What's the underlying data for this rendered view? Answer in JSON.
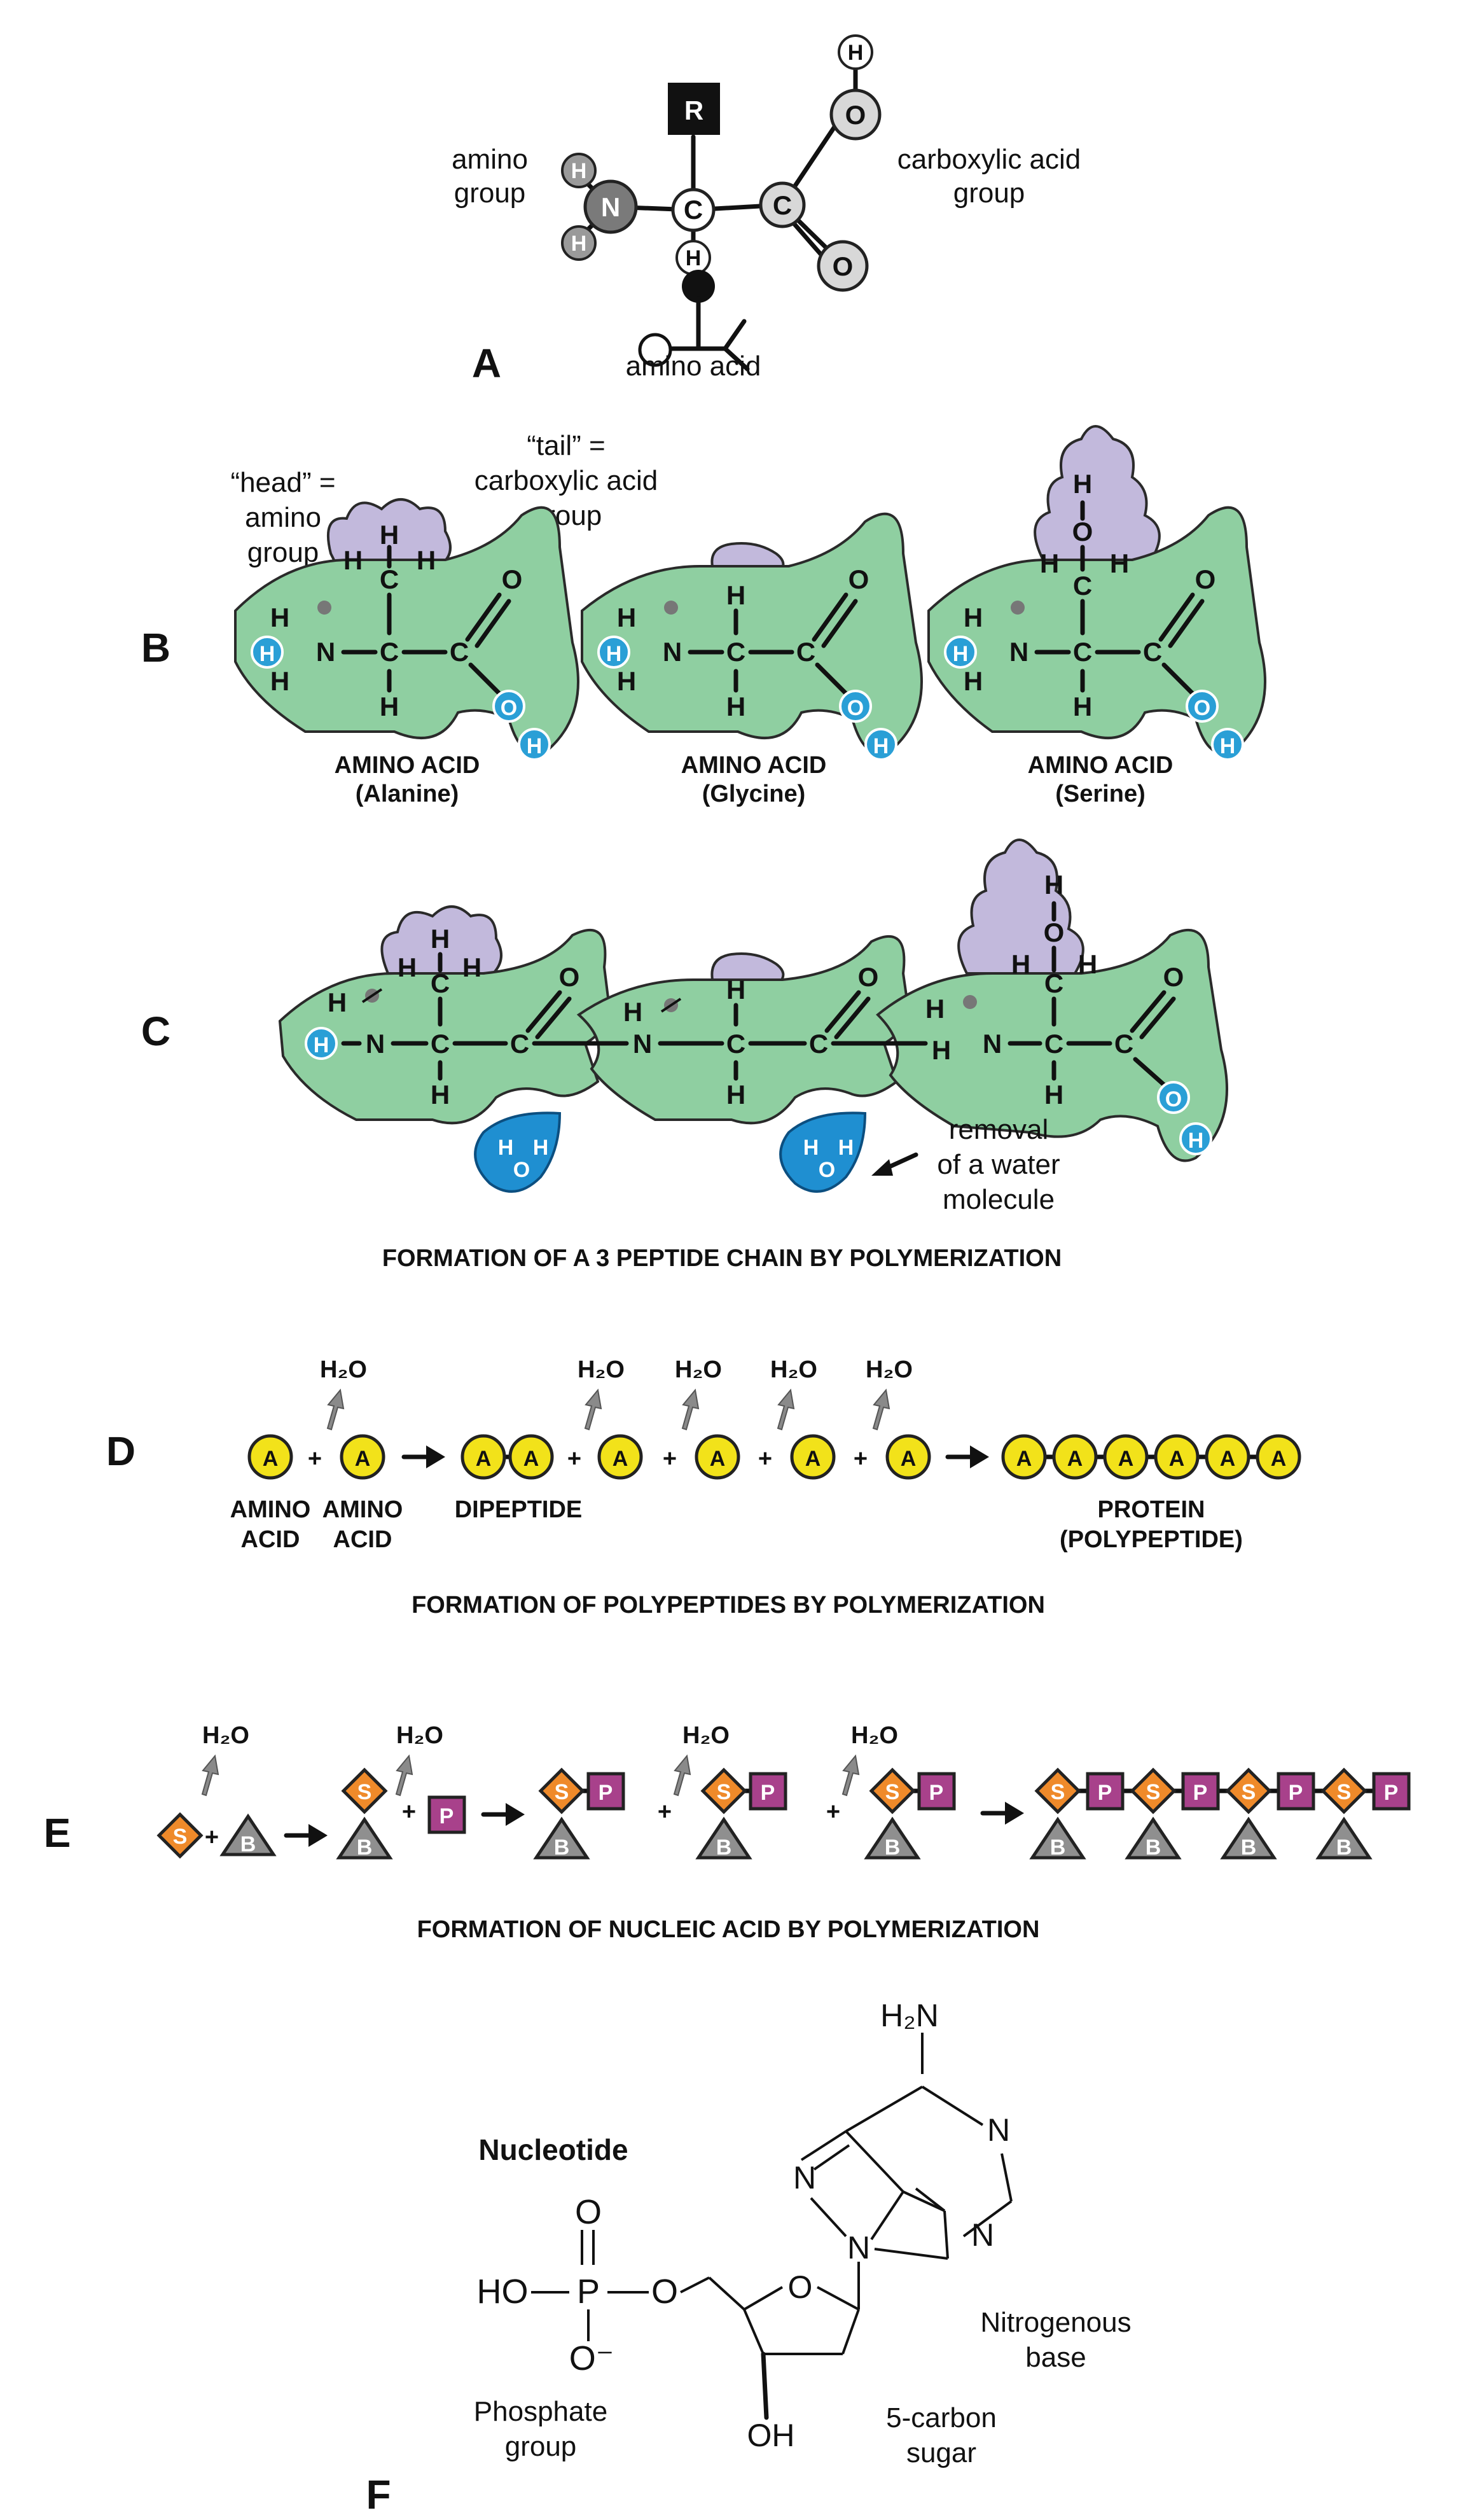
{
  "panelA": {
    "letter": "A",
    "amino_group_line1": "amino",
    "amino_group_line2": "group",
    "carboxyl_group_line1": "carboxylic acid",
    "carboxyl_group_line2": "group",
    "amino_acid": "amino acid",
    "atoms": {
      "R": "R",
      "C": "C",
      "N": "N",
      "H": "H",
      "O": "O"
    }
  },
  "panelB": {
    "letter": "B",
    "head_line1": "“head” =",
    "head_line2": "amino",
    "head_line3": "group",
    "tail_line1": "“tail” =",
    "tail_line2": "carboxylic acid",
    "tail_line3": "group",
    "molecules": [
      {
        "label": "AMINO ACID",
        "name": "(Alanine)"
      },
      {
        "label": "AMINO ACID",
        "name": "(Glycine)"
      },
      {
        "label": "AMINO ACID",
        "name": "(Serine)"
      }
    ]
  },
  "panelC": {
    "letter": "C",
    "removal_line1": "removal",
    "removal_line2": "of a water",
    "removal_line3": "molecule",
    "caption": "FORMATION OF A 3 PEPTIDE CHAIN BY POLYMERIZATION"
  },
  "panelD": {
    "letter": "D",
    "water": "H₂O",
    "monomer": "A",
    "plus": "+",
    "amino_acid_line1": "AMINO",
    "amino_acid_line2": "ACID",
    "dipeptide": "DIPEPTIDE",
    "protein_line1": "PROTEIN",
    "protein_line2": "(POLYPEPTIDE)",
    "caption": "FORMATION OF POLYPEPTIDES BY POLYMERIZATION"
  },
  "panelE": {
    "letter": "E",
    "water": "H₂O",
    "sugar": "S",
    "base": "B",
    "phosphate": "P",
    "plus": "+",
    "caption": "FORMATION OF NUCLEIC ACID BY POLYMERIZATION"
  },
  "panelF": {
    "letter": "F",
    "title": "Nucleotide",
    "amine": "H₂N",
    "ring_N": "N",
    "ring_O": "O",
    "phosphorus": "P",
    "oxygen": "O",
    "oxide": "O⁻",
    "hydroxyl_left": "HO",
    "hydroxyl_bottom": "OH",
    "phosphate_line1": "Phosphate",
    "phosphate_line2": "group",
    "base_line1": "Nitrogenous",
    "base_line2": "base",
    "sugar_line1": "5-carbon",
    "sugar_line2": "sugar"
  },
  "colors": {
    "fish_body": "#8fcfa1",
    "r_group": "#c2b9dc",
    "water_drop": "#1f8fd1",
    "amino_monomer": "#f2e21a",
    "sugar": "#ef8a2a",
    "phosphate": "#a8418b",
    "base": "#8f8f8f"
  }
}
